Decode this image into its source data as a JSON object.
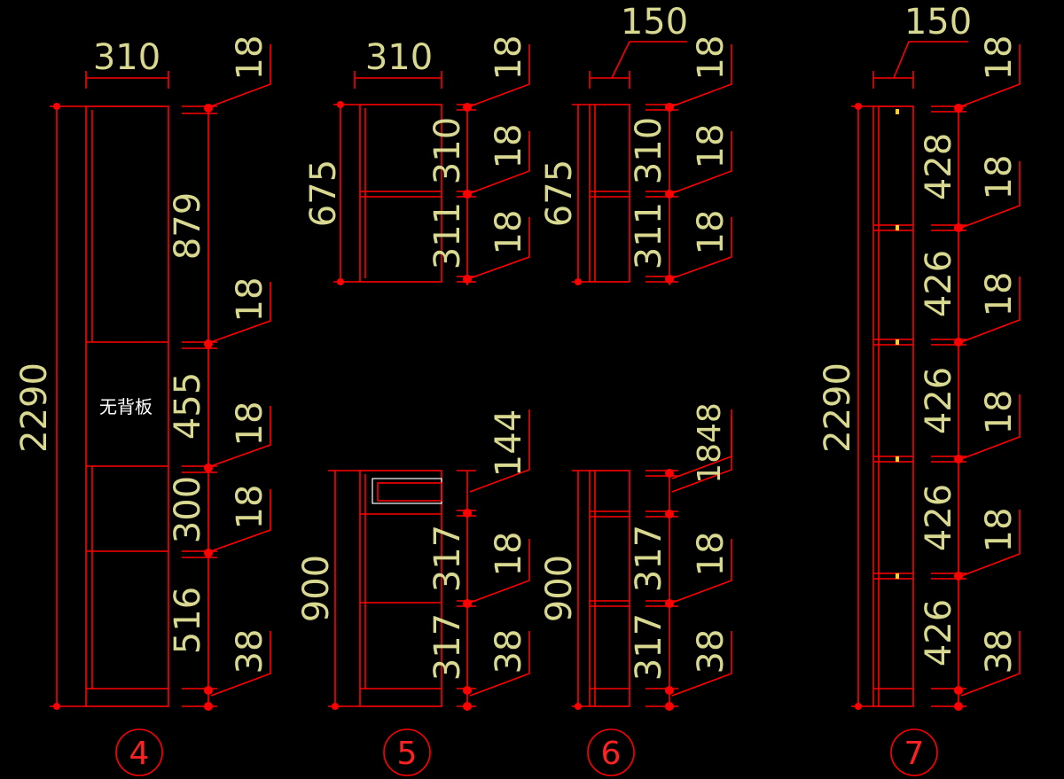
{
  "cabinets": [
    {
      "number": "4",
      "width_dim": "310",
      "height_dim": "2290",
      "note": "无背板",
      "segments": [
        "879",
        "455",
        "300",
        "516"
      ],
      "thicknesses": [
        "18",
        "18",
        "18",
        "18",
        "38"
      ]
    },
    {
      "number": "5",
      "top": {
        "width_dim": "310",
        "height_dim": "675",
        "segments": [
          "310",
          "311"
        ],
        "thicknesses": [
          "18",
          "18",
          "18"
        ]
      },
      "bottom": {
        "height_dim": "900",
        "top_dim": "144",
        "segments": [
          "317",
          "317"
        ],
        "thicknesses": [
          "18",
          "38"
        ]
      }
    },
    {
      "number": "6",
      "top": {
        "width_dim": "150",
        "height_dim": "675",
        "segments": [
          "310",
          "311"
        ],
        "thicknesses": [
          "18",
          "18",
          "18"
        ]
      },
      "bottom": {
        "height_dim": "900",
        "top_dim": "1848",
        "segments": [
          "317",
          "317"
        ],
        "thicknesses": [
          "18",
          "38"
        ]
      }
    },
    {
      "number": "7",
      "width_dim": "150",
      "height_dim": "2290",
      "segments": [
        "428",
        "426",
        "426",
        "426",
        "426"
      ],
      "thicknesses": [
        "18",
        "18",
        "18",
        "18",
        "18",
        "38"
      ]
    }
  ]
}
